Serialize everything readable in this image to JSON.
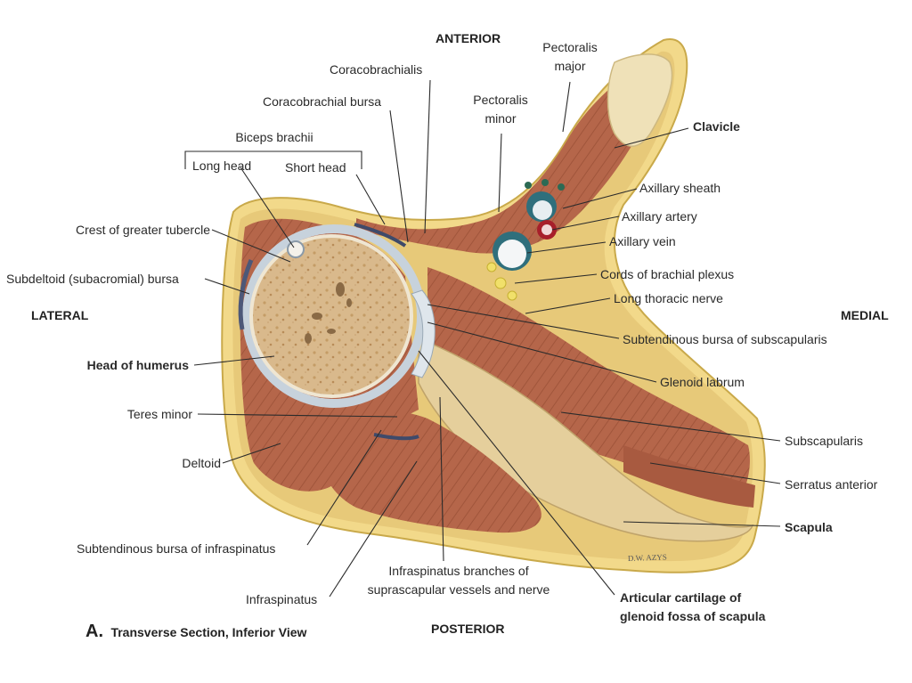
{
  "orientation": {
    "anterior": "ANTERIOR",
    "posterior": "POSTERIOR",
    "lateral": "LATERAL",
    "medial": "MEDIAL"
  },
  "labels": {
    "coracobrachialis": "Coracobrachialis",
    "coracobrachial_bursa": "Coracobrachial bursa",
    "pectoralis_minor_1": "Pectoralis",
    "pectoralis_minor_2": "minor",
    "pectoralis_major_1": "Pectoralis",
    "pectoralis_major_2": "major",
    "biceps_brachii": "Biceps brachii",
    "long_head": "Long head",
    "short_head": "Short head",
    "clavicle": "Clavicle",
    "axillary_sheath": "Axillary sheath",
    "axillary_artery": "Axillary artery",
    "axillary_vein": "Axillary vein",
    "cords_of_brachial_plexus": "Cords of brachial plexus",
    "long_thoracic_nerve": "Long thoracic nerve",
    "subtendinous_bursa_of_subscapularis": "Subtendinous bursa of subscapularis",
    "glenoid_labrum": "Glenoid labrum",
    "subscapularis": "Subscapularis",
    "serratus_anterior": "Serratus anterior",
    "scapula": "Scapula",
    "crest_of_greater_tubercle": "Crest of greater tubercle",
    "subdeltoid_bursa": "Subdeltoid (subacromial) bursa",
    "head_of_humerus": "Head of humerus",
    "teres_minor": "Teres minor",
    "deltoid": "Deltoid",
    "subtendinous_bursa_of_infraspinatus": "Subtendinous bursa of infraspinatus",
    "infraspinatus": "Infraspinatus",
    "infraspinatus_branches_1": "Infraspinatus branches of",
    "infraspinatus_branches_2": "suprascapular vessels and nerve",
    "articular_cartilage_1": "Articular cartilage of",
    "articular_cartilage_2": "glenoid fossa of scapula"
  },
  "caption": {
    "letter": "A.",
    "text": "Transverse Section, Inferior View"
  },
  "colors": {
    "muscle": "#b5664a",
    "bone": "#d9b98c",
    "fat": "#f2d98a",
    "artery": "#a71f2a",
    "vein": "#2f6f7c",
    "nerve": "#f1e06a"
  }
}
